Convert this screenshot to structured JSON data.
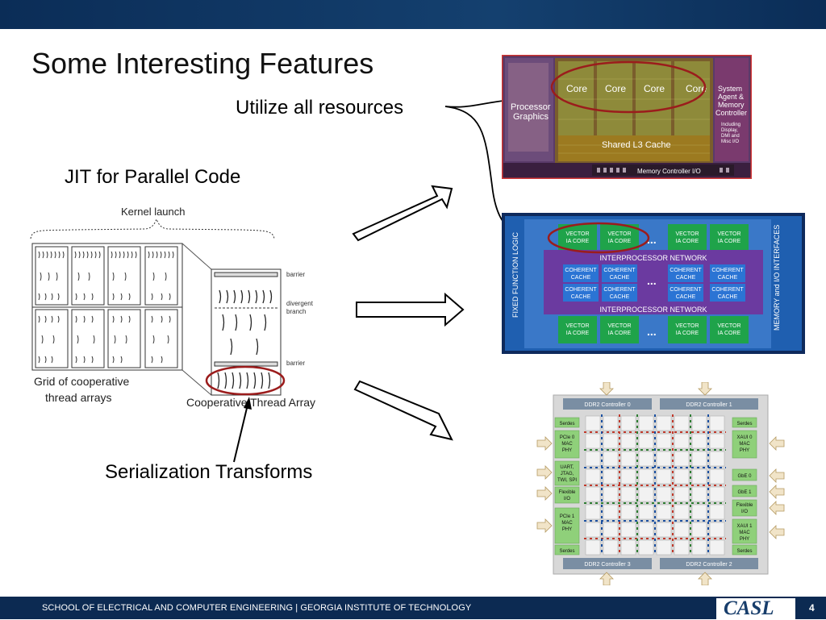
{
  "slide": {
    "title": "Some Interesting Features",
    "labels": {
      "utilize": "Utilize all resources",
      "jit": "JIT for Parallel Code",
      "serialization": "Serialization Transforms"
    },
    "footer": {
      "text": "SCHOOL OF ELECTRICAL AND COMPUTER ENGINEERING | GEORGIA INSTITUTE OF TECHNOLOGY",
      "logo": "CASL",
      "page": "4"
    },
    "cuda_figure": {
      "kernel_launch": "Kernel launch",
      "grid_caption_line1": "Grid of cooperative",
      "grid_caption_line2": "thread arrays",
      "cta_caption": "Cooperative Thread Array",
      "barrier_top": "barrier",
      "divergent_line1": "divergent",
      "divergent_line2": "branch",
      "barrier_bottom": "barrier"
    },
    "sandy_bridge": {
      "cores": [
        "Core",
        "Core",
        "Core",
        "Core"
      ],
      "graphics_line1": "Processor",
      "graphics_line2": "Graphics",
      "agent_line1": "System",
      "agent_line2": "Agent &",
      "agent_line3": "Memory",
      "agent_line4": "Controller",
      "agent_sub1": "Including",
      "agent_sub2": "Display,",
      "agent_sub3": "DMI and",
      "agent_sub4": "Misc I/O",
      "l3": "Shared L3 Cache",
      "mem_io": "Memory Controller I/O"
    },
    "larrabee": {
      "left_label": "FIXED FUNCTION LOGIC",
      "right_label": "MEMORY and I/O INTERFACES",
      "core_line1": "VECTOR",
      "core_line2": "IA CORE",
      "cache_line1": "COHERENT",
      "cache_line2": "CACHE",
      "network": "INTERPROCESSOR NETWORK",
      "ellipsis": "..."
    },
    "tilera": {
      "ddr0": "DDR2 Controller 0",
      "ddr1": "DDR2 Controller 1",
      "ddr2": "DDR2 Controller 2",
      "ddr3": "DDR2 Controller 3",
      "serdes": "Serdes",
      "pcie0_l1": "PCIe 0",
      "pcie0_l2": "MAC",
      "pcie0_l3": "PHY",
      "uart_l1": "UART,",
      "uart_l2": "JTAG,",
      "uart_l3": "TWI, SPI",
      "flex_l1": "Flexible",
      "flex_l2": "I/O",
      "pcie1_l1": "PCIe 1",
      "pcie1_l2": "MAC",
      "pcie1_l3": "PHY",
      "xaui0_l1": "XAUI 0",
      "xaui0_l2": "MAC",
      "xaui0_l3": "PHY",
      "gbe0": "GbE 0",
      "gbe1": "GbE 1",
      "xaui1_l1": "XAUI 1",
      "xaui1_l2": "MAC",
      "xaui1_l3": "PHY"
    },
    "colors": {
      "header": "#0b2d57",
      "footer": "#0c2a52",
      "highlight_ellipse": "#9b1c1c",
      "larrabee_bg": "#1f5fb0",
      "larrabee_core": "#1fa34a",
      "larrabee_network": "#6b3aa0"
    }
  }
}
